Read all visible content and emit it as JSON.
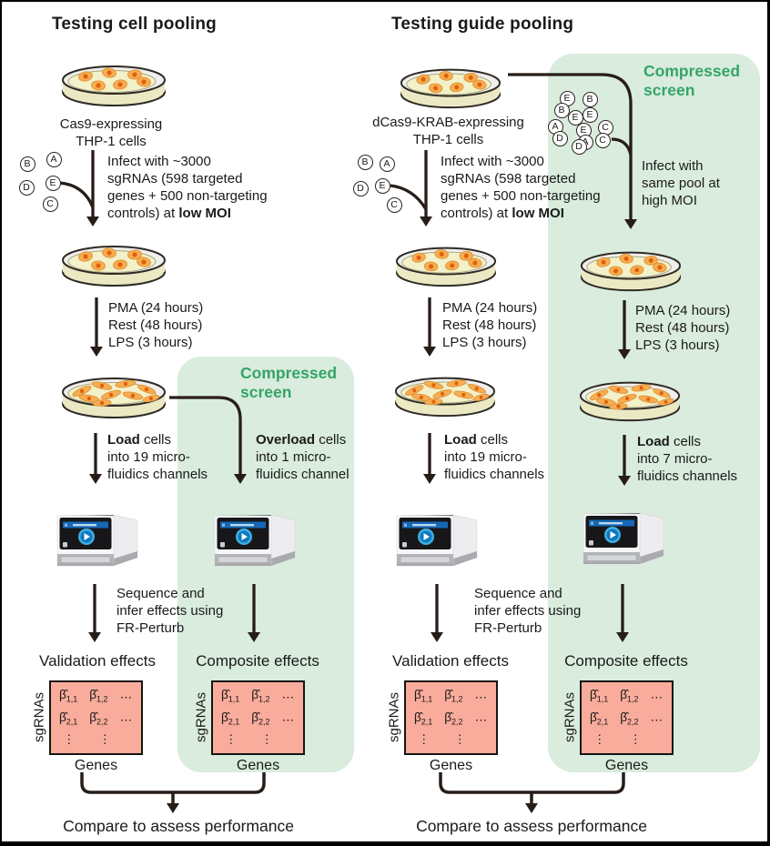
{
  "titles": {
    "left": "Testing cell pooling",
    "right": "Testing guide pooling"
  },
  "compressed_screen": {
    "line1": "Compressed",
    "line2": "screen"
  },
  "cell_labels": {
    "cas9_line1": "Cas9-expressing",
    "cas9_line2": "THP-1 cells",
    "dcas9_line1": "dCas9-KRAB-expressing",
    "dcas9_line2": "THP-1 cells"
  },
  "pool_letters": {
    "a": "A",
    "b": "B",
    "c": "C",
    "d": "D",
    "e": "E"
  },
  "cluster_letters": [
    "E",
    "B",
    "B",
    "E",
    "E",
    "A",
    "E",
    "C",
    "D",
    "A",
    "C",
    "D"
  ],
  "steps": {
    "infect_low": {
      "line1": "Infect with ~3000",
      "line2": "sgRNAs (598 targeted",
      "line3": "genes + 500 non-targeting",
      "line4_pre": "controls) at ",
      "line4_bold": "low MOI"
    },
    "infect_high": {
      "line1": "Infect with",
      "line2": "same pool at",
      "line3_bold": "high MOI"
    },
    "treatment": {
      "line1": "PMA (24 hours)",
      "line2": "Rest (48 hours)",
      "line3": "LPS (3 hours)"
    },
    "load19": {
      "bold": "Load",
      "rest": " cells",
      "line2": "into 19 micro-",
      "line3": "fluidics channels"
    },
    "overload1": {
      "bold": "Overload",
      "rest": " cells",
      "line2": "into 1 micro-",
      "line3": "fluidics channel"
    },
    "load7": {
      "bold": "Load",
      "rest": " cells",
      "line2": "into 7 micro-",
      "line3": "fluidics channels"
    },
    "sequence": {
      "line1": "Sequence and",
      "line2": "infer effects using",
      "line3": "FR-Perturb"
    }
  },
  "outputs": {
    "validation_heading": "Validation effects",
    "composite_heading": "Composite effects",
    "matrix": {
      "beta": "β̂",
      "s11": "1,1",
      "s12": "1,2",
      "s21": "2,1",
      "s22": "2,2",
      "hdots": "⋯",
      "vdots": "⋮"
    },
    "y_axis": "sgRNAs",
    "x_axis": "Genes",
    "compare": "Compare to assess performance"
  },
  "colors": {
    "green_box": "#d9ecdd",
    "green_text": "#35a469",
    "matrix_fill": "#f9ac9b",
    "arrow": "#271d18",
    "cell_body": "#f6ae50",
    "cell_nucleus": "#e05f0f",
    "dish_media": "#f2f1ca",
    "dish_wall": "#eae9c3",
    "dish_rim": "#f0efed"
  }
}
